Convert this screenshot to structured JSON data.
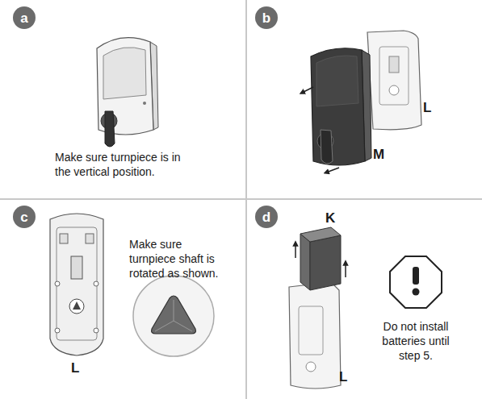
{
  "diagram": {
    "nodes": [
      {
        "text": [
          "a"
        ]
      },
      {
        "text": [
          "b"
        ]
      },
      {
        "text": [
          "c"
        ]
      },
      {
        "text": [
          "d"
        ]
      }
    ],
    "labels": [
      "Make sure turnpiece is in the vertical position.",
      "L",
      "M",
      "Make sure turnpiece shaft is rotated as shown.",
      "L",
      "K",
      "L",
      "Do not install batteries until step 5."
    ]
  }
}
